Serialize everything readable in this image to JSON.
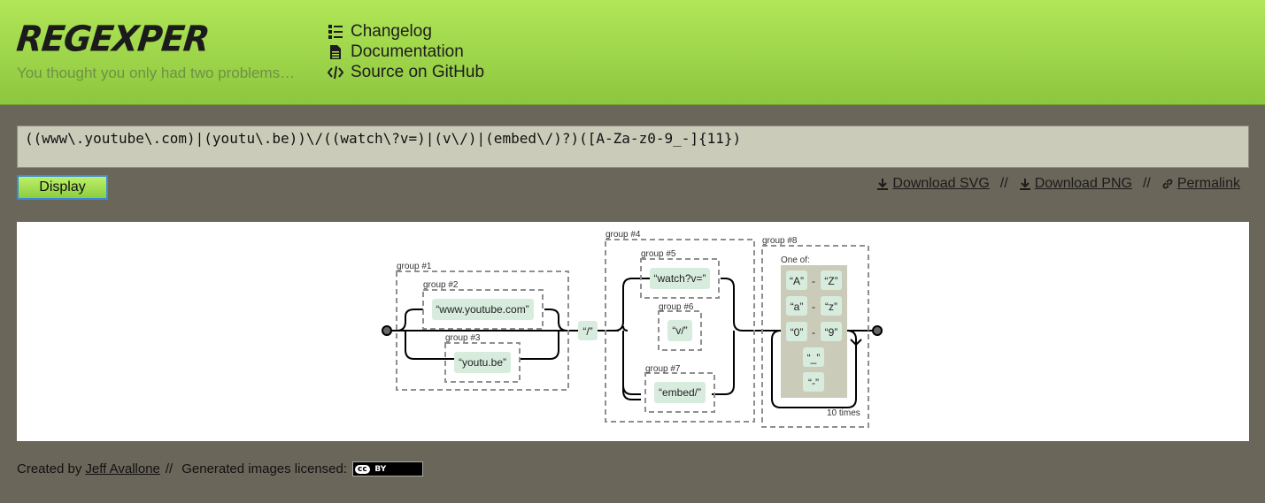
{
  "header": {
    "logo": "REGEXPER",
    "tagline": "You thought you only had two problems…",
    "nav": [
      {
        "icon": "list-icon",
        "label": "Changelog"
      },
      {
        "icon": "document-icon",
        "label": "Documentation"
      },
      {
        "icon": "code-icon",
        "label": "Source on GitHub"
      }
    ]
  },
  "form": {
    "regex_value": "((www\\.youtube\\.com)|(youtu\\.be))\\/((watch\\?v=)|(v\\/)|(embed\\/)?)([A-Za-z0-9_-]{11})",
    "display_label": "Display"
  },
  "links": {
    "download_svg": "Download SVG",
    "download_png": "Download PNG",
    "permalink": "Permalink",
    "separator": "//"
  },
  "diagram": {
    "groups": {
      "g1": "group #1",
      "g2": "group #2",
      "g3": "group #3",
      "g4": "group #4",
      "g5": "group #5",
      "g6": "group #6",
      "g7": "group #7",
      "g8": "group #8"
    },
    "literals": {
      "www": "“www.youtube.com”",
      "youtu": "“youtu.be”",
      "slash": "“/”",
      "watch": "“watch?v=”",
      "v": "“v/”",
      "embed": "“embed/”"
    },
    "one_of": "One of:",
    "ranges": [
      {
        "from": "“A”",
        "to": "“Z”"
      },
      {
        "from": "“a”",
        "to": "“z”"
      },
      {
        "from": "“0”",
        "to": "“9”"
      }
    ],
    "range_dash": "-",
    "singles": [
      "“_”",
      "“-”"
    ],
    "repeat": "10 times"
  },
  "footer": {
    "created_by": "Created by",
    "author": "Jeff Avallone",
    "separator": "//",
    "license_text": "Generated images licensed:",
    "badge": "BY"
  }
}
